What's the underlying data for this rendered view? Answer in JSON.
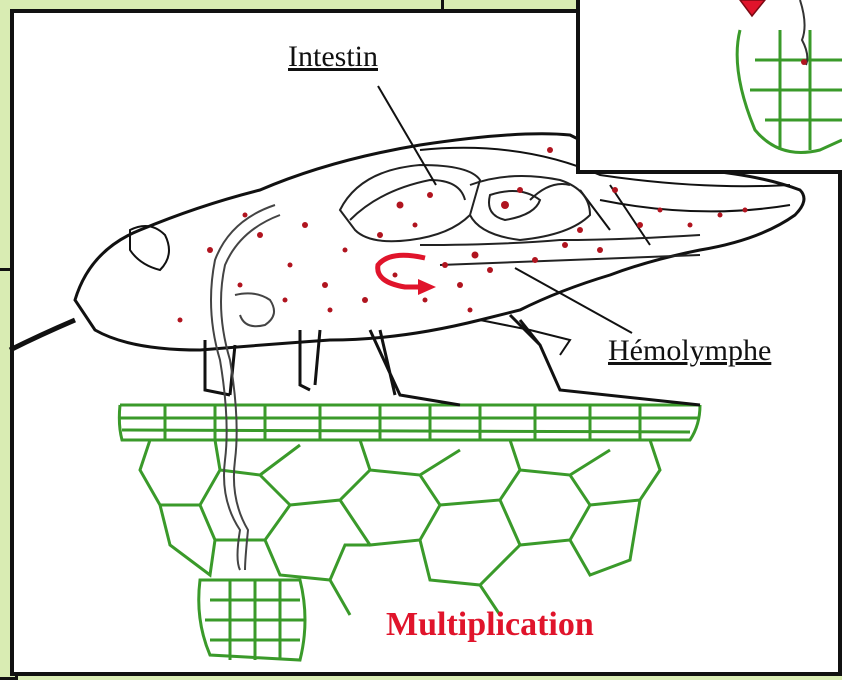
{
  "labels": {
    "intestin": "Intestin",
    "hemolymphe": "Hémolymphe"
  },
  "caption": "Multiplication",
  "colors": {
    "plant_tissue": "#3a9a2a",
    "pathogen_dots": "#b0141f",
    "arrow": "#e0142b",
    "caption": "#e0142b",
    "background_panels": "#d9ecb3"
  },
  "icons": {
    "circulation_arrow": "curved-arrow-icon",
    "transmission_arrow": "down-arrow-icon"
  }
}
